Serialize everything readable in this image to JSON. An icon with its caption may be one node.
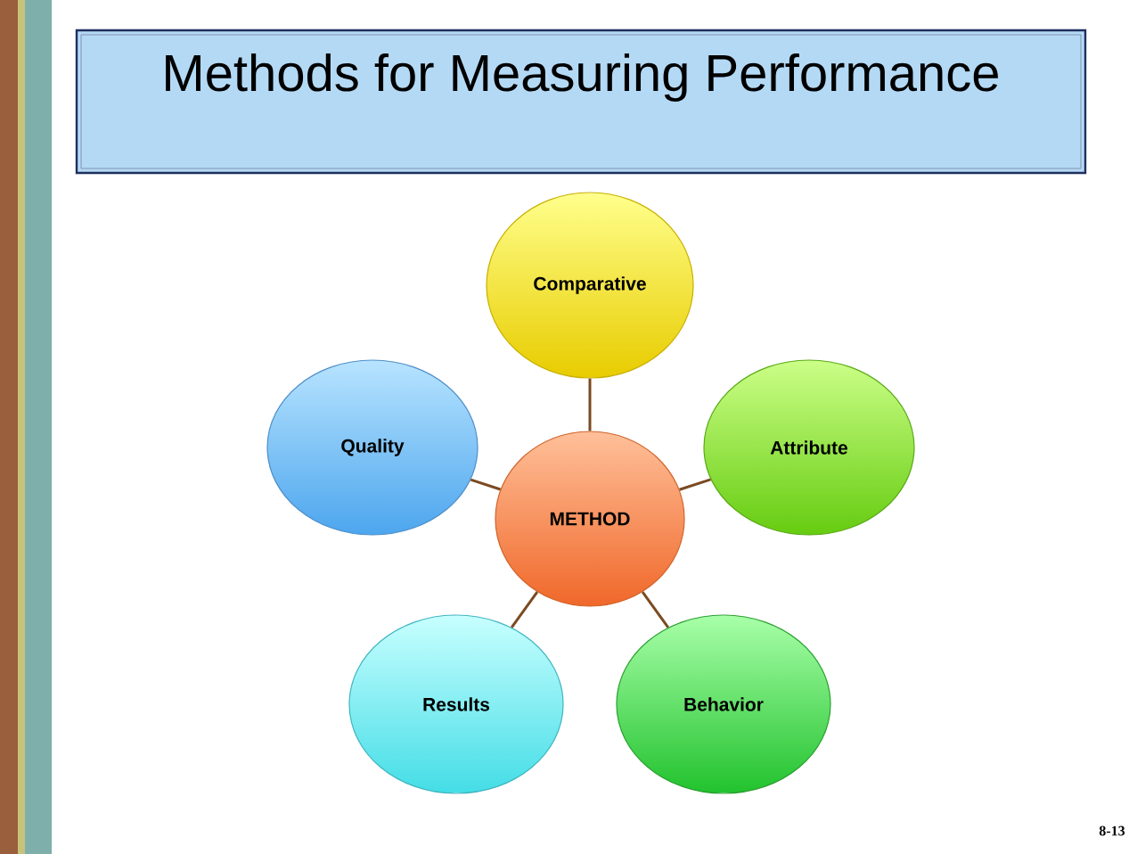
{
  "diagram": {
    "title": "Methods for Measuring Performance",
    "nodes": [
      {
        "text": [
          "Comparative"
        ]
      },
      {
        "text": [
          "Quality"
        ]
      },
      {
        "text": [
          "Attribute"
        ]
      },
      {
        "text": [
          "METHOD"
        ]
      },
      {
        "text": [
          "Results"
        ]
      },
      {
        "text": [
          "Behavior"
        ]
      }
    ],
    "edges": [
      {
        "from": 3,
        "to": 0,
        "arrow": "none"
      },
      {
        "from": 3,
        "to": 1,
        "arrow": "none"
      },
      {
        "from": 3,
        "to": 2,
        "arrow": "none"
      },
      {
        "from": 3,
        "to": 4,
        "arrow": "none"
      },
      {
        "from": 3,
        "to": 5,
        "arrow": "none"
      }
    ],
    "labels": [
      "8-13"
    ]
  }
}
